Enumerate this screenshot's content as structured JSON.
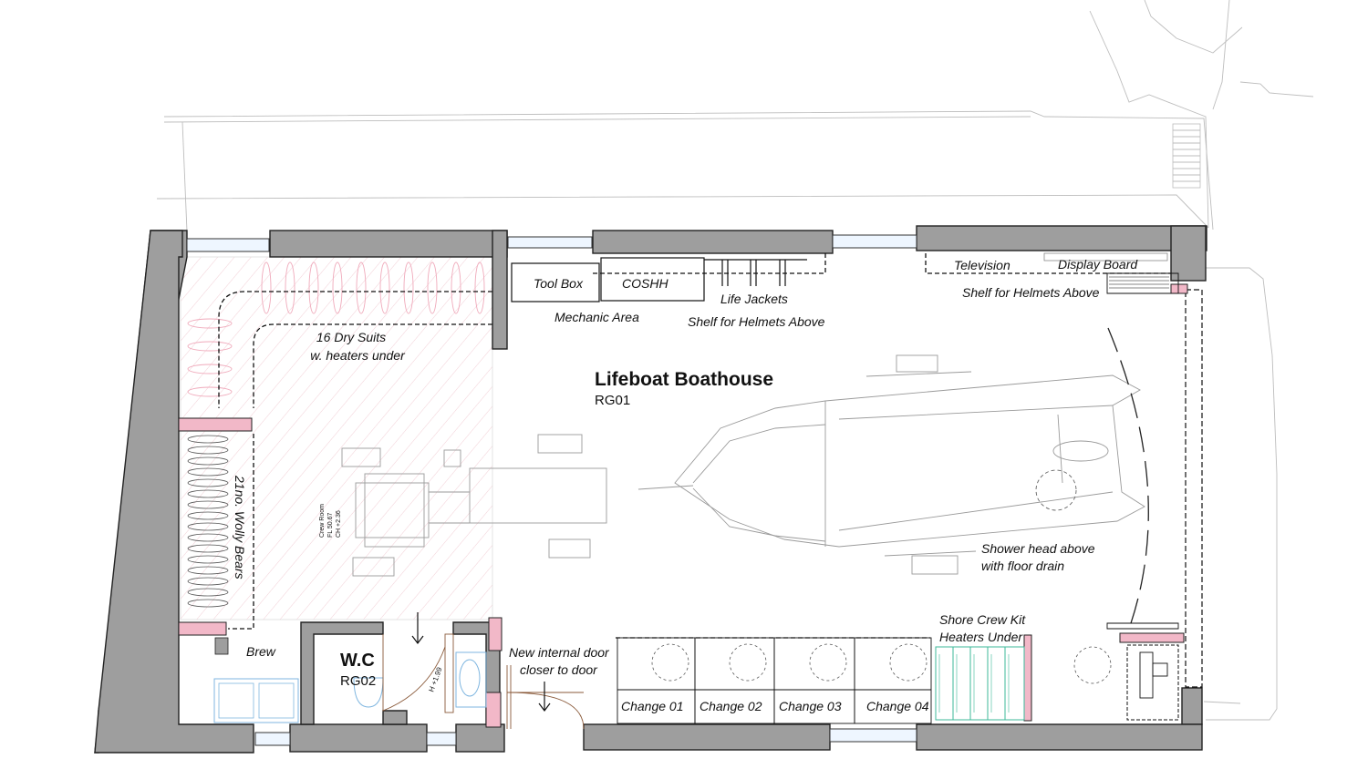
{
  "rooms": {
    "boathouse": {
      "name": "Lifeboat Boathouse",
      "code": "RG01"
    },
    "wc": {
      "name": "W.C",
      "code": "RG02"
    },
    "crew_room": {
      "line1": "Crew Room",
      "line2": "FL 50.67",
      "line3": "CH +2.36"
    }
  },
  "labels": {
    "tool_box": "Tool Box",
    "coshh": "COSHH",
    "mechanic_area": "Mechanic Area",
    "life_jackets": "Life Jackets",
    "shelf_helmets_1": "Shelf for Helmets Above",
    "television": "Television",
    "display_board": "Display Board",
    "shelf_helmets_2": "Shelf for Helmets Above",
    "dry_suits_1": "16 Dry Suits",
    "dry_suits_2": "w. heaters under",
    "wolly_bears": "21no. Wolly Bears",
    "brew": "Brew",
    "door_height": "H +1.99",
    "new_door_1": "New internal door",
    "new_door_2": "closer to door",
    "shower_1": "Shower head above",
    "shower_2": "with floor drain",
    "shore_kit_1": "Shore Crew Kit",
    "shore_kit_2": "Heaters Under"
  },
  "changes": [
    "Change 01",
    "Change 02",
    "Change 03",
    "Change 04"
  ],
  "colors": {
    "wall": "#9e9e9e",
    "hatch": "#f4d6dc",
    "pink": "#f2b8c8",
    "kit_green": "#3cb89a",
    "sink_blue": "#7fb6e0"
  }
}
